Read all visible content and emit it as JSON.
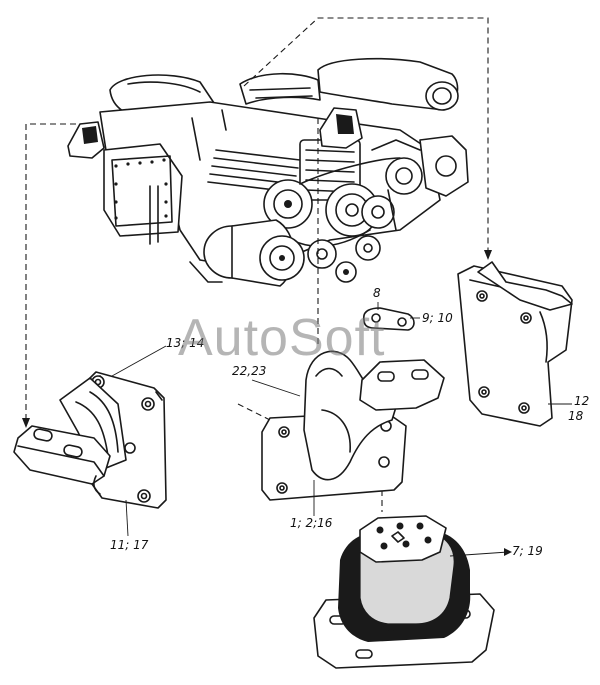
{
  "watermark": "AutoSoft",
  "callouts": {
    "c8": "8",
    "c9_10": "9; 10",
    "c13_14": "13; 14",
    "c22_23": "22,23",
    "c12": "12",
    "c18": "18",
    "c11_17": "11; 17",
    "c1_2_16": "1; 2;16",
    "c7_19": "7; 19"
  }
}
